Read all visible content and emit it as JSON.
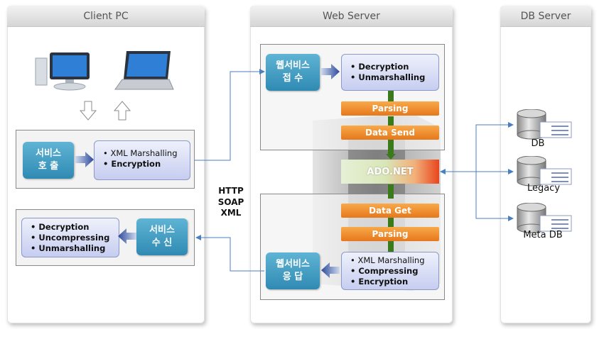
{
  "panels": {
    "client": {
      "title": "Client PC"
    },
    "web": {
      "title": "Web Server"
    },
    "db": {
      "title": "DB Server"
    }
  },
  "client": {
    "call_box": {
      "line1": "서비스",
      "line2": "호 출"
    },
    "call_list": [
      "XML Marshalling",
      "Encryption"
    ],
    "receive_box": {
      "line1": "서비스",
      "line2": "수 신"
    },
    "receive_list": [
      "Decryption",
      "Uncompressing",
      "Unmarshalling"
    ]
  },
  "protocol": {
    "line1": "HTTP",
    "line2": "SOAP",
    "line3": "XML"
  },
  "web": {
    "receive_box": {
      "line1": "웹서비스",
      "line2": "접  수"
    },
    "receive_list": [
      "Decryption",
      "Unmarshalling"
    ],
    "steps_top": [
      "Parsing",
      "Data Send"
    ],
    "ado": "ADO.NET",
    "steps_bottom": [
      "Data Get",
      "Parsing"
    ],
    "respond_box": {
      "line1": "웹서비스",
      "line2": "응  답"
    },
    "respond_list": [
      "XML Marshalling",
      "Compressing",
      "Encryption"
    ]
  },
  "db": {
    "items": [
      "DB",
      "Legacy",
      "Meta DB"
    ]
  },
  "colors": {
    "blue_box": "#2f8ab3",
    "orange": "#e6781c",
    "green_arrow": "#3b7a1a",
    "connector": "#4a7fc0"
  }
}
